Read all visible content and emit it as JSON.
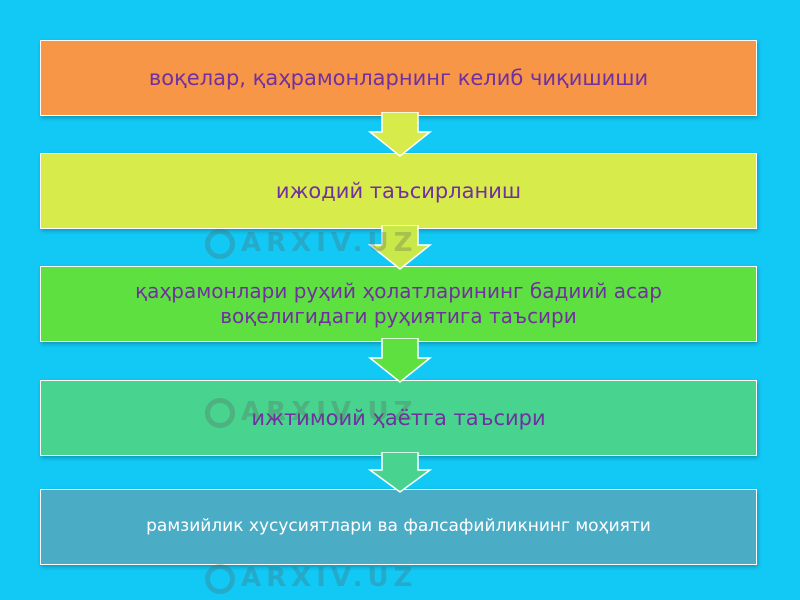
{
  "diagram": {
    "steps": [
      {
        "text": "воқелар, қаҳрамонларнинг келиб чиқишиши",
        "fill": "#f79646"
      },
      {
        "text": "ижодий таъсирланиш",
        "fill": "#d7eb4a"
      },
      {
        "text": "қаҳрамонлари руҳий ҳолатларининг бадиий асар воқелигидаги руҳиятига таъсири",
        "fill": "#5fe041"
      },
      {
        "text": "ижтимоий ҳаётга таъсири",
        "fill": "#48d48e"
      },
      {
        "text": "рамзийлик хусусиятлари ва фалсафийликнинг моҳияти",
        "fill": "#4bacc6"
      }
    ],
    "text_color": "#7030a0",
    "background": "#12c9f5"
  },
  "watermark": {
    "text": "ARXIV.UZ"
  }
}
